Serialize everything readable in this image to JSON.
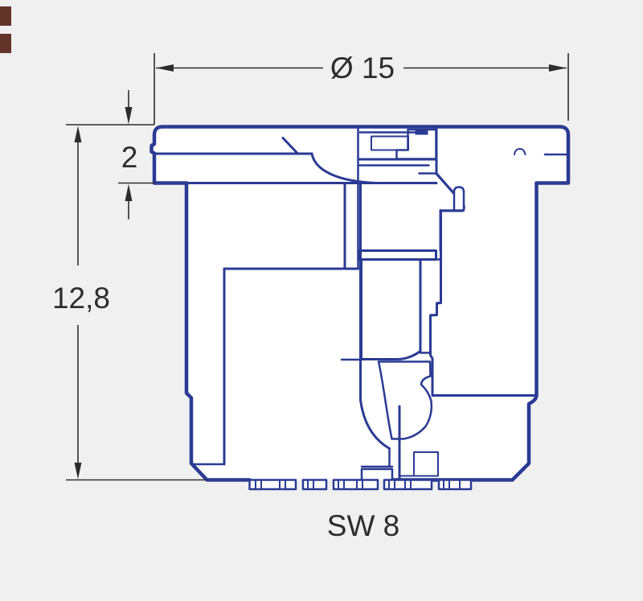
{
  "drawing": {
    "kind": "nozzle-cross-section",
    "labels": {
      "diameter_top": "Ø 15",
      "cap_height": "2",
      "total_height": "12,8",
      "wrench_size": "SW 8"
    },
    "colors": {
      "line_blue": "#2a3b94",
      "dimension_dark": "#2d2d2d",
      "hatch_dark": "#3c3c3c",
      "background": "#f0f0f0",
      "part_fill": "#ffffff",
      "edge_marker": "#63352a"
    }
  }
}
